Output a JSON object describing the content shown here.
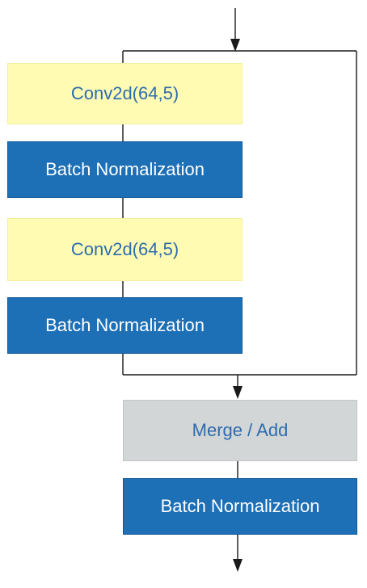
{
  "blocks": {
    "conv_1": "Conv2d(64,5)",
    "batch_norm_1": "Batch Normalization",
    "conv_2": "Conv2d(64,5)",
    "batch_norm_2": "Batch Normalization",
    "merge": "Merge / Add",
    "batch_norm_3": "Batch Normalization"
  },
  "colors": {
    "conv_fill": "#fffbb3",
    "conv_text": "#2d6cae",
    "batch_norm_fill": "#1d6fb6",
    "batch_norm_text": "#ffffff",
    "merge_fill": "#d3d6d6",
    "merge_text": "#2d6cae",
    "lines": "#1a1a1a"
  }
}
